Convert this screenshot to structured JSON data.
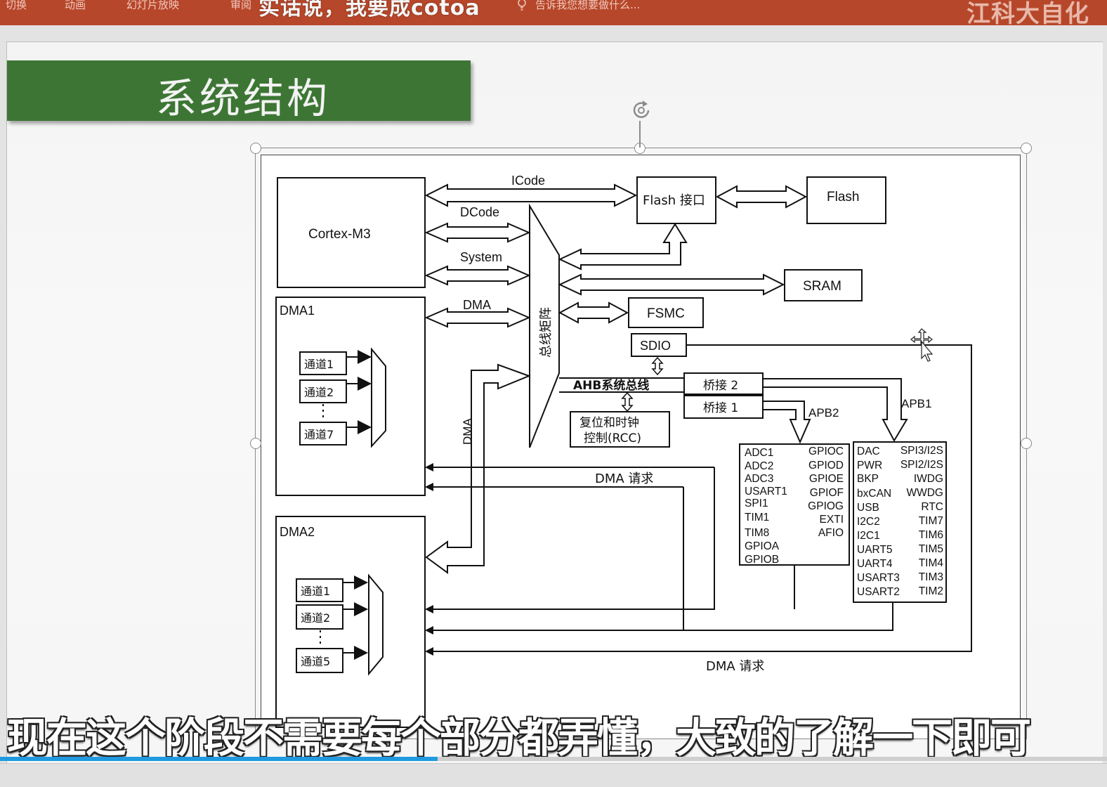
{
  "ribbon": {
    "tabs": [
      "切换",
      "动画",
      "幻灯片放映",
      "审阅"
    ],
    "video_title": "实话说，我要成cotoa",
    "tell_me": "告诉我您想要做什么...",
    "watermark": "江科大自化"
  },
  "slide": {
    "title": "系统结构"
  },
  "diagram": {
    "cortex": "Cortex-M3",
    "icode": "ICode",
    "dcode": "DCode",
    "system": "System",
    "dma_bus": "DMA",
    "flash_if": "Flash 接口",
    "flash": "Flash",
    "sram": "SRAM",
    "fsmc": "FSMC",
    "sdio": "SDIO",
    "bus_matrix": "总线矩阵",
    "ahb": "AHB系统总线",
    "bridge2": "桥接 2",
    "bridge1": "桥接 1",
    "apb2": "APB2",
    "apb1": "APB1",
    "rcc_line1": "复位和时钟",
    "rcc_line2": "控制(RCC)",
    "dma1": {
      "label": "DMA1",
      "channels": [
        "通道1",
        "通道2",
        "通道7"
      ]
    },
    "dma2": {
      "label": "DMA2",
      "channels": [
        "通道1",
        "通道2",
        "通道5"
      ]
    },
    "dma_vertical": "DMA",
    "dma_request_top": "DMA 请求",
    "dma_request_bottom": "DMA 请求",
    "apb2_left": [
      "ADC1",
      "ADC2",
      "ADC3",
      "USART1",
      "SPI1",
      "TIM1",
      "TIM8",
      "GPIOA",
      "GPIOB"
    ],
    "apb2_right": [
      "GPIOC",
      "GPIOD",
      "GPIOE",
      "GPIOF",
      "GPIOG",
      "EXTI",
      "AFIO"
    ],
    "apb1_left": [
      "DAC",
      "PWR",
      "BKP",
      "bxCAN",
      "USB",
      "I2C2",
      "I2C1",
      "UART5",
      "UART4",
      "USART3",
      "USART2"
    ],
    "apb1_right": [
      "SPI3/I2S",
      "SPI2/I2S",
      "IWDG",
      "WWDG",
      "RTC",
      "TIM7",
      "TIM6",
      "TIM5",
      "TIM4",
      "TIM3",
      "TIM2"
    ]
  },
  "subtitle": "现在这个阶段不需要每个部分都弄懂，大致的了解一下即可",
  "video": {
    "progress": 0.395
  }
}
